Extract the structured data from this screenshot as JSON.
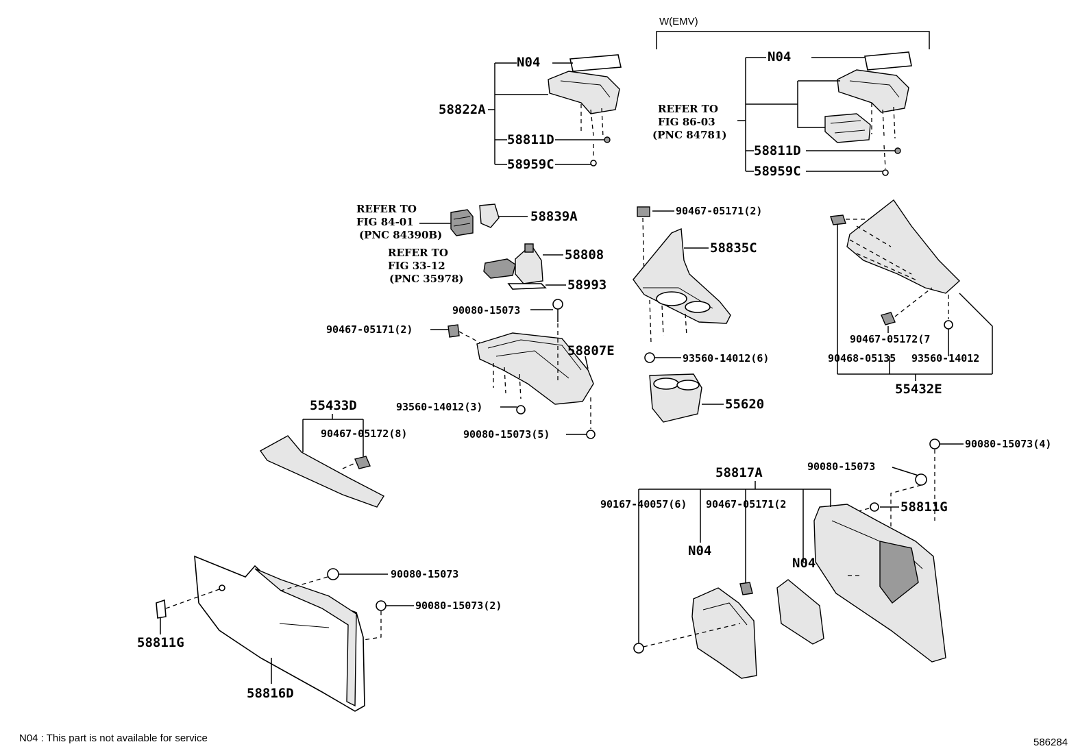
{
  "variant": {
    "label": "W(EMV)"
  },
  "callouts": {
    "n04_top_left": "N04",
    "c58822A": "58822A",
    "c58811D_left": "58811D",
    "c58959C_left": "58959C",
    "n04_top_right": "N04",
    "c58811D_right": "58811D",
    "c58959C_right": "58959C",
    "c58839A": "58839A",
    "c58808": "58808",
    "c58993": "58993",
    "c90080_15073_a": "90080-15073",
    "c90467_05171_2_a": "90467-05171(2)",
    "c58807E": "58807E",
    "c93560_14012_3": "93560-14012(3)",
    "c90080_15073_5": "90080-15073(5)",
    "c90467_05171_2_b": "90467-05171(2)",
    "c58835C": "58835C",
    "c93560_14012_6": "93560-14012(6)",
    "c55620": "55620",
    "c90467_05172_7": "90467-05172(7",
    "c90468_05135": "90468-05135",
    "c93560_14012_b": "93560-14012",
    "c55432E": "55432E",
    "c55433D": "55433D",
    "c90467_05172_8": "90467-05172(8)",
    "c90080_15073_4": "90080-15073(4)",
    "c90080_15073_b": "90080-15073",
    "c58817A": "58817A",
    "c58811G_right": "58811G",
    "c90167_40057_6": "90167-40057(6)",
    "c90467_05171_2_c": "90467-05171(2",
    "n04_mid_a": "N04",
    "n04_mid_b": "N04",
    "c90080_15073_c": "90080-15073",
    "c90080_15073_2": "90080-15073(2)",
    "c58811G_left": "58811G",
    "c58816D": "58816D"
  },
  "references": {
    "ref_86_03": {
      "line1": "REFER TO",
      "line2": "FIG 86-03",
      "line3": "(PNC 84781)"
    },
    "ref_84_01": {
      "line1": "REFER TO",
      "line2": "FIG 84-01",
      "line3": "(PNC 84390B)"
    },
    "ref_33_12": {
      "line1": "REFER TO",
      "line2": "FIG 33-12",
      "line3": "(PNC 35978)"
    }
  },
  "footer": {
    "note": "N04 : This part is not available for service",
    "illustration_number": "586284"
  }
}
